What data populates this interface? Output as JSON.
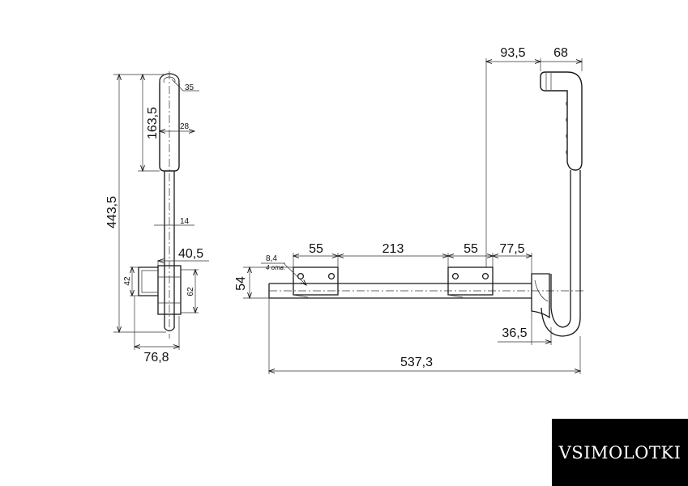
{
  "colors": {
    "line": "#1a1a1a",
    "background": "#ffffff",
    "logo_bg": "#000000",
    "logo_text": "#ffffff"
  },
  "side_view": {
    "dim_total_height": "443,5",
    "dim_grip_length": "163,5",
    "dim_grip_top": "35",
    "dim_grip_diameter": "28",
    "dim_rod_diameter": "14",
    "dim_bracket_width": "40,5",
    "dim_bracket_height": "42",
    "dim_plate_height": "62",
    "dim_base_width": "76,8"
  },
  "front_view": {
    "dim_offset_top": "93,5",
    "dim_grip_width": "68",
    "dim_hole_diameter": "8,4",
    "dim_hole_note": "4 отв.",
    "dim_plate1_width": "55",
    "dim_plate_spacing": "213",
    "dim_plate2_width": "55",
    "dim_end_offset": "77,5",
    "dim_height": "54",
    "dim_bend": "36,5",
    "dim_overall_length": "537,3"
  },
  "logo": {
    "text": "VSIMOLOTKI"
  }
}
